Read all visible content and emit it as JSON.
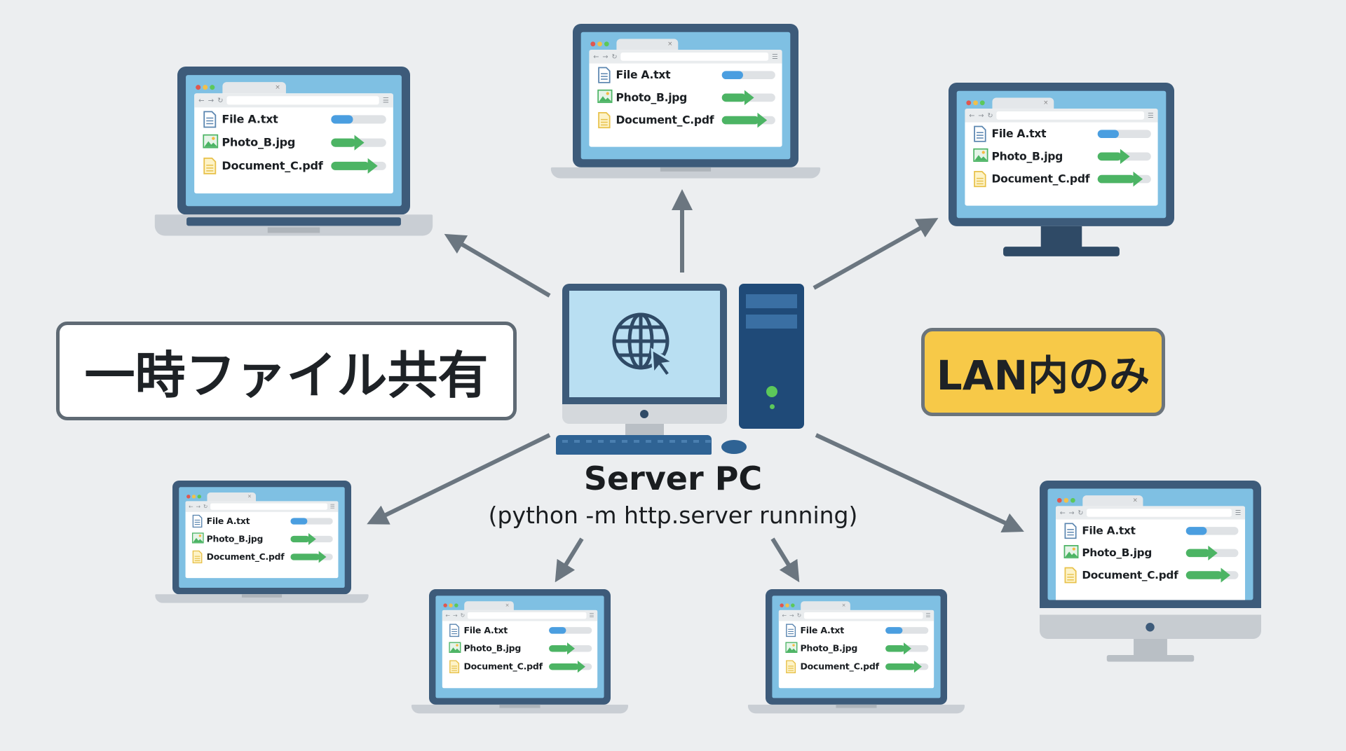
{
  "title_label": "一時ファイル共有",
  "scope_label": "LAN内のみ",
  "server": {
    "name": "Server PC",
    "command": "(python -m http.server running)",
    "icon": "globe-cursor-icon"
  },
  "colors": {
    "background": "#eceef0",
    "bezel": "#3d5b7a",
    "screen": "#7fc0e3",
    "arrow": "#6b7680",
    "progress_blue": "#4a9ee0",
    "progress_green": "#4cb464",
    "scope_badge": "#f7c948"
  },
  "files": [
    {
      "name": "File A.txt",
      "icon": "text-file-icon",
      "progress_percent": 40,
      "style": "bar"
    },
    {
      "name": "Photo_B.jpg",
      "icon": "image-file-icon",
      "progress_percent": 60,
      "style": "arrow"
    },
    {
      "name": "Document_C.pdf",
      "icon": "document-file-icon",
      "progress_percent": 85,
      "style": "arrow"
    }
  ],
  "clients": [
    {
      "type": "laptop"
    },
    {
      "type": "laptop-thin"
    },
    {
      "type": "monitor"
    },
    {
      "type": "laptop-thin"
    },
    {
      "type": "laptop-thin"
    },
    {
      "type": "laptop-thin"
    },
    {
      "type": "monitor-gray"
    }
  ]
}
